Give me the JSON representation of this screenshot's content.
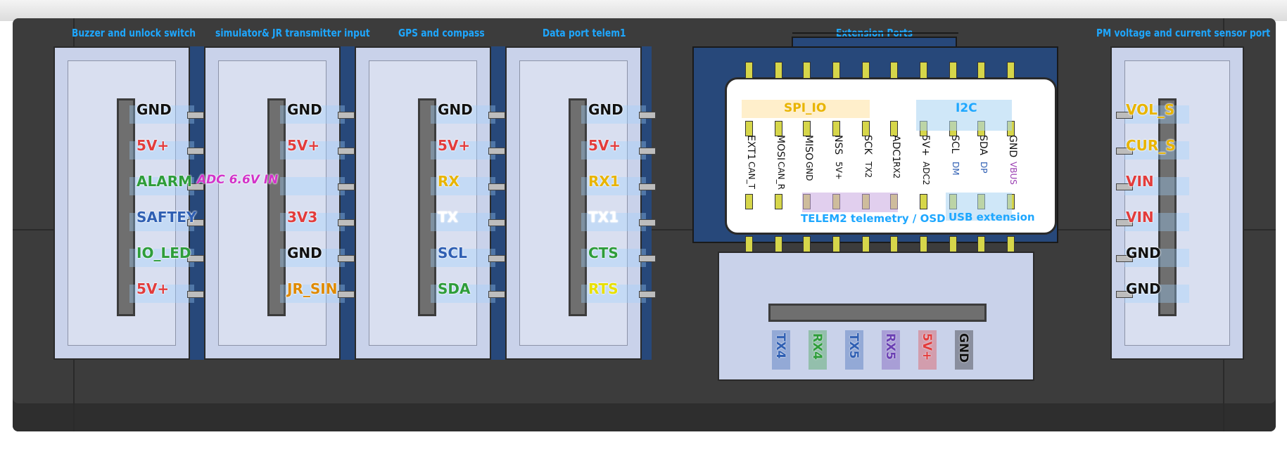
{
  "sections": {
    "buzzer": "Buzzer and unlock switch",
    "sim": "simulator& JR transmitter input",
    "gps": "GPS and compass",
    "telem1": "Data port telem1",
    "ext": "Extension Ports",
    "pm": "PM voltage and current sensor port"
  },
  "colors": {
    "title": "#1ea7ff",
    "board": "#3c3c3c",
    "housing": "#27487a",
    "gnd": "#111111",
    "power": "#e23c3c",
    "green": "#2e9d3a",
    "blue": "#2f5fb3",
    "yellow": "#e8b400",
    "magenta": "#d233c9",
    "orange": "#e08a00",
    "white": "#ffffff"
  },
  "connectors": [
    {
      "id": "buzzer",
      "pins": [
        {
          "label": "GND",
          "color": "#111111"
        },
        {
          "label": "5V+",
          "color": "#e23c3c"
        },
        {
          "label": "ALARM",
          "color": "#2e9d3a"
        },
        {
          "label": "SAFTEY",
          "color": "#2f5fb3"
        },
        {
          "label": "IO_LED",
          "color": "#2e9d3a"
        },
        {
          "label": "5V+",
          "color": "#e23c3c"
        }
      ]
    },
    {
      "id": "sim",
      "pins": [
        {
          "label": "GND",
          "color": "#111111"
        },
        {
          "label": "5V+",
          "color": "#e23c3c"
        },
        {
          "label": "ADC 6.6V IN",
          "color": "#d233c9"
        },
        {
          "label": "3V3",
          "color": "#e23c3c"
        },
        {
          "label": "GND",
          "color": "#111111"
        },
        {
          "label": "JR_SIN",
          "color": "#e08a00"
        }
      ]
    },
    {
      "id": "gps",
      "pins": [
        {
          "label": "GND",
          "color": "#111111"
        },
        {
          "label": "5V+",
          "color": "#e23c3c"
        },
        {
          "label": "RX",
          "color": "#e8b400"
        },
        {
          "label": "TX",
          "color": "#ffffff"
        },
        {
          "label": "SCL",
          "color": "#2f5fb3"
        },
        {
          "label": "SDA",
          "color": "#2e9d3a"
        }
      ]
    },
    {
      "id": "telem1",
      "pins": [
        {
          "label": "GND",
          "color": "#111111"
        },
        {
          "label": "5V+",
          "color": "#e23c3c"
        },
        {
          "label": "RX1",
          "color": "#e8b400"
        },
        {
          "label": "TX1",
          "color": "#ffffff"
        },
        {
          "label": "CTS",
          "color": "#2e9d3a"
        },
        {
          "label": "RTS",
          "color": "#e8e000"
        }
      ]
    },
    {
      "id": "pm",
      "pins": [
        {
          "label": "VOL_S",
          "color": "#e8b400"
        },
        {
          "label": "CUR_S",
          "color": "#e8b400"
        },
        {
          "label": "VIN",
          "color": "#e23c3c"
        },
        {
          "label": "VIN",
          "color": "#e23c3c"
        },
        {
          "label": "GND",
          "color": "#111111"
        },
        {
          "label": "GND",
          "color": "#111111"
        }
      ]
    }
  ],
  "extension": {
    "spi_group": "SPI_IO",
    "i2c_group": "I2C",
    "telem2_group": "TELEM2 telemetry / OSD",
    "usb_group": "USB extension",
    "top_row": [
      "EXT1",
      "MOSI",
      "MISO",
      "NSS",
      "SCK",
      "ADC1",
      "5V+",
      "SCL",
      "SDA",
      "GND"
    ],
    "bottom_row": [
      "CAN_T",
      "CAN_R",
      "GND",
      "5V+",
      "TX2",
      "RX2",
      "ADC2",
      "DM",
      "DP",
      "VBUS"
    ]
  },
  "usb_row": [
    {
      "label": "TX4",
      "color": "#2f5fb3"
    },
    {
      "label": "RX4",
      "color": "#2e9d3a"
    },
    {
      "label": "TX5",
      "color": "#2f5fb3"
    },
    {
      "label": "RX5",
      "color": "#6a3fb3"
    },
    {
      "label": "5V+",
      "color": "#e23c3c"
    },
    {
      "label": "GND",
      "color": "#111111"
    }
  ]
}
